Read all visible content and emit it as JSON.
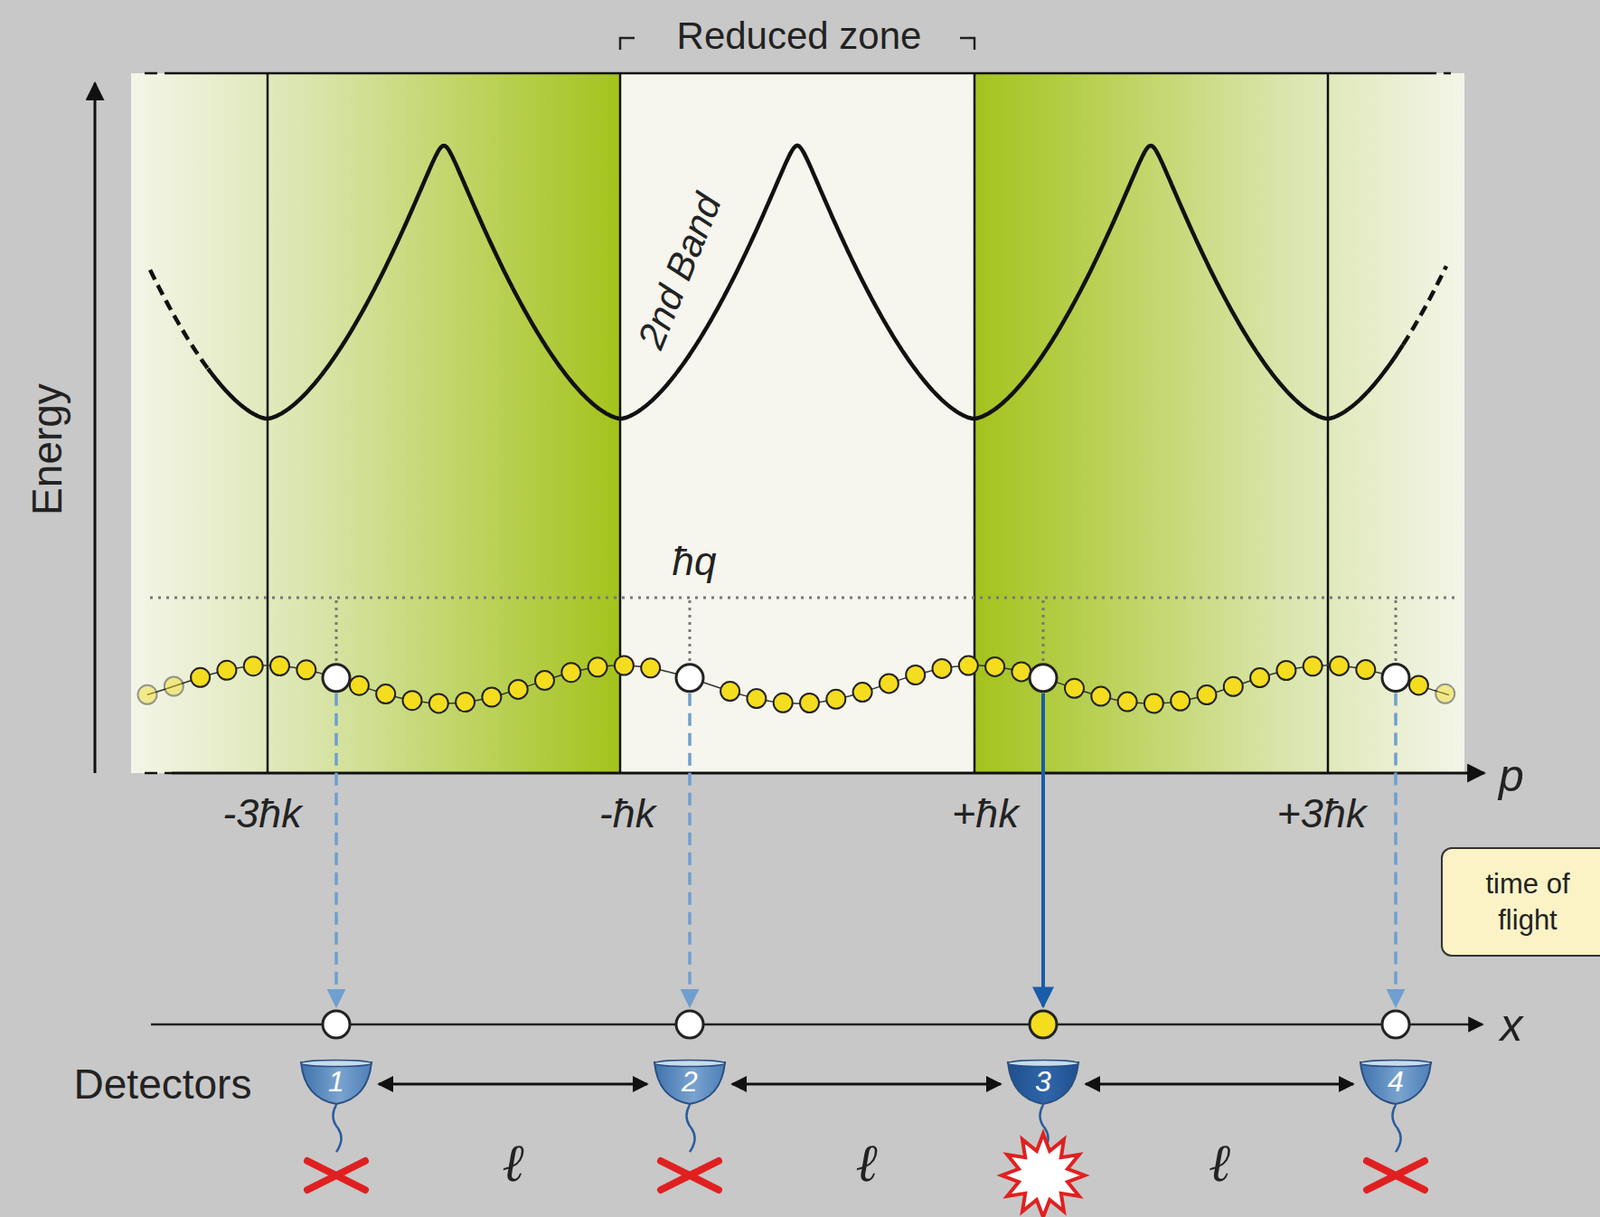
{
  "diagram": {
    "nodes": [
      {
        "text": [
          "time of flight"
        ]
      },
      {
        "text": [
          "1"
        ]
      },
      {
        "text": [
          "2"
        ]
      },
      {
        "text": [
          "3"
        ]
      },
      {
        "text": [
          "4"
        ]
      }
    ],
    "edges": [
      {
        "from": 1,
        "to": 2,
        "arrow": "both",
        "label": "ℓ"
      },
      {
        "from": 2,
        "to": 3,
        "arrow": "both",
        "label": "ℓ"
      },
      {
        "from": 3,
        "to": 4,
        "arrow": "both",
        "label": "ℓ"
      }
    ],
    "labels": [
      "Reduced zone",
      "Energy",
      "2nd Band",
      "ħq",
      "-3ħk",
      "-ħk",
      "+ħk",
      "+3ħk",
      "p",
      "x",
      "Detectors"
    ]
  }
}
